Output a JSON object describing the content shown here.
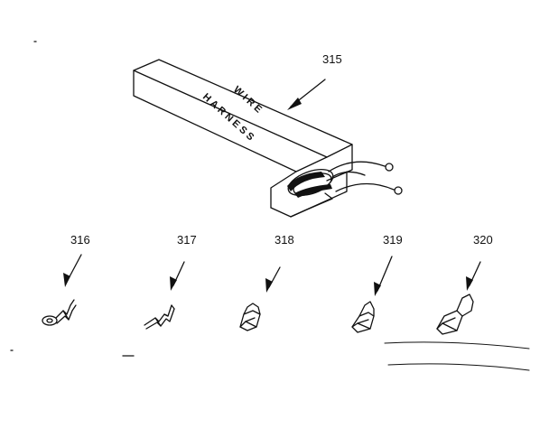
{
  "harness": {
    "label_line1": "WIRE",
    "label_line2": "HARNESS",
    "part_number": "315"
  },
  "terminals": [
    {
      "part_number": "316"
    },
    {
      "part_number": "317"
    },
    {
      "part_number": "318"
    },
    {
      "part_number": "319"
    },
    {
      "part_number": "320"
    }
  ]
}
